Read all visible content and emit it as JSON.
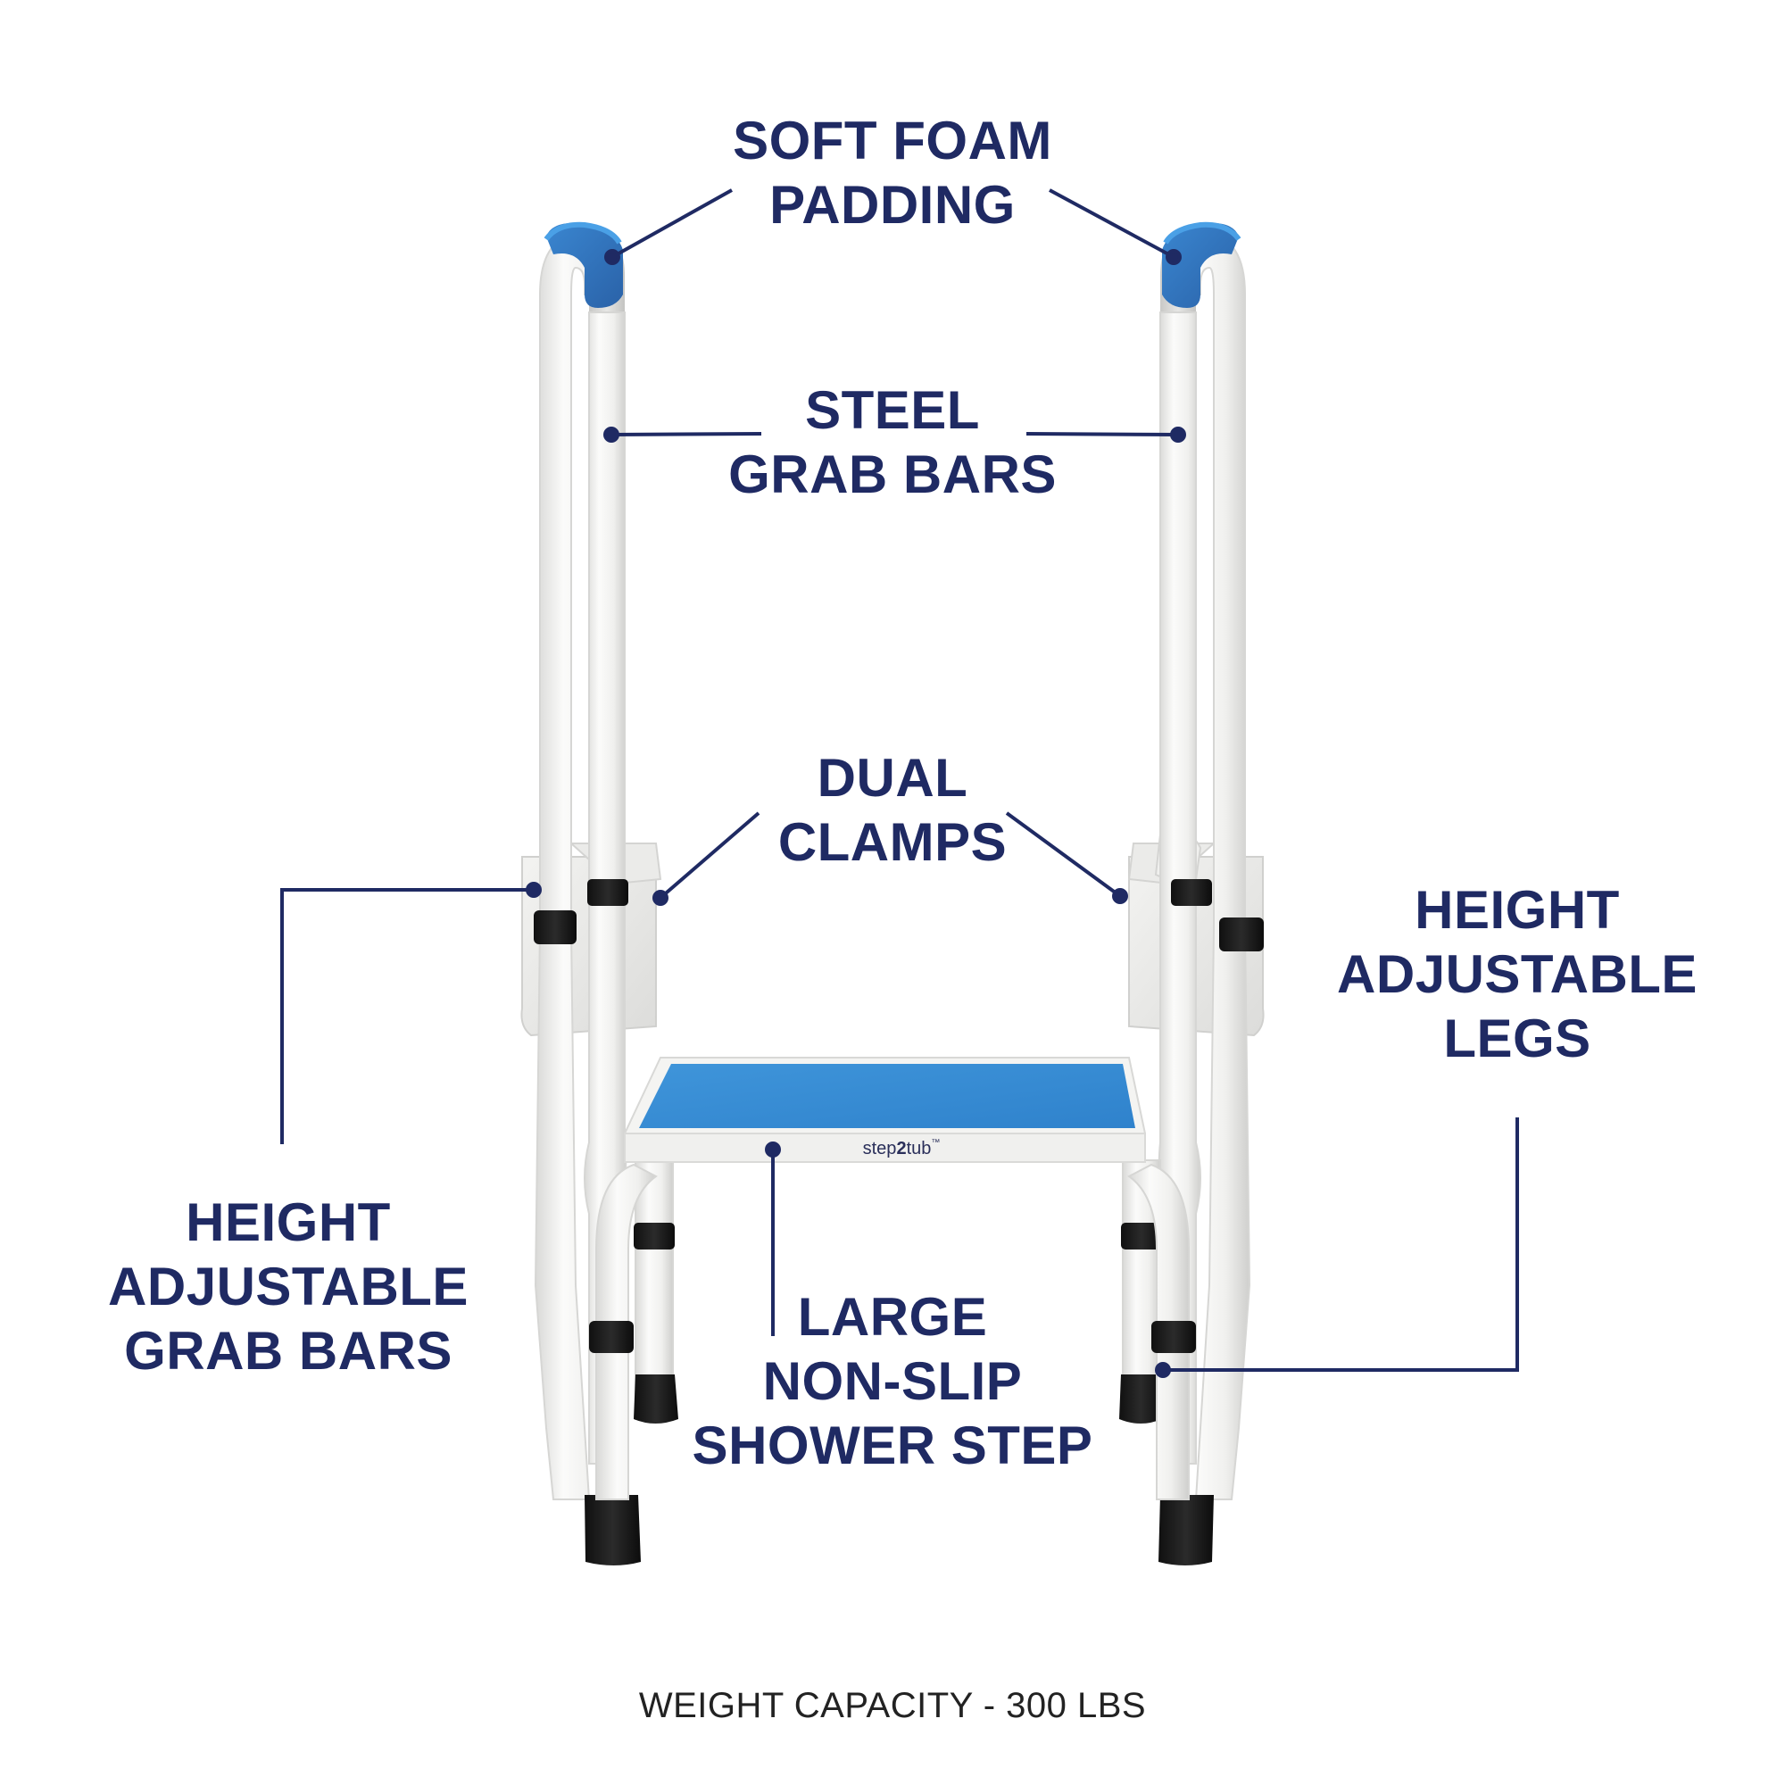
{
  "colors": {
    "label_navy": "#1f2a63",
    "callout_line": "#1f2a63",
    "frame_white": "#eeeeec",
    "frame_shadow": "#d4d4d2",
    "foam_blue": "#2f74c0",
    "step_pad_blue": "#3b8fd6",
    "rubber_black": "#1a1a1a",
    "footer_text": "#222222",
    "background": "#ffffff"
  },
  "callouts": {
    "soft_foam_padding": {
      "lines": [
        "SOFT FOAM",
        "PADDING"
      ]
    },
    "steel_grab_bars": {
      "lines": [
        "STEEL",
        "GRAB BARS"
      ]
    },
    "dual_clamps": {
      "lines": [
        "DUAL",
        "CLAMPS"
      ]
    },
    "height_adjustable_legs": {
      "lines": [
        "HEIGHT",
        "ADJUSTABLE",
        "LEGS"
      ]
    },
    "height_adjustable_grab_bars": {
      "lines": [
        "HEIGHT",
        "ADJUSTABLE",
        "GRAB BARS"
      ]
    },
    "large_non_slip_shower_step": {
      "lines": [
        "LARGE",
        "NON-SLIP",
        "SHOWER STEP"
      ]
    }
  },
  "product": {
    "brand_logo": {
      "prefix": "step",
      "number": "2",
      "suffix": "tub",
      "trademark": "™"
    }
  },
  "footer": {
    "weight_capacity": "WEIGHT CAPACITY - 300 LBS"
  }
}
